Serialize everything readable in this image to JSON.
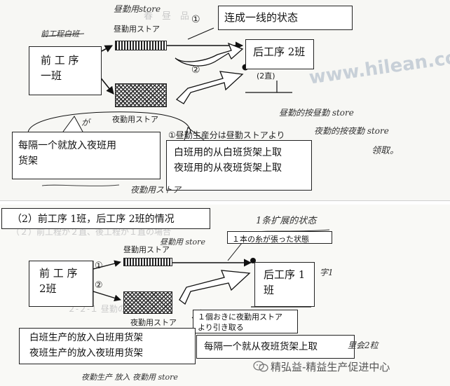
{
  "top": {
    "prev_process_label": "前 工 序\n一班",
    "next_process_label": "后工序 2班",
    "next_subtext": "(2直)",
    "callout_state": "连成一线的状态",
    "callout_every_other": "每隔一个就放入夜班用\n货架",
    "callout_pickup": "白班用的从白班货架上取\n夜班用的从夜班货架上取",
    "store_day_label": "昼勤用ストア",
    "store_night_label": "夜勤用ストア",
    "jp_note": "①昼勤生産分は昼勤ストアより",
    "circle_1": "①",
    "circle_2": "②",
    "hand_day_store": "昼勤用store",
    "hand_prev_day": "前工程白班",
    "hand_pickup_line1": "昼勤的按昼勤 store",
    "hand_pickup_line2": "夜勤的按夜勤 store",
    "hand_pickup_line3": "领取。",
    "hand_ka": "が",
    "hand_bottom": "夜勤用ストア"
  },
  "bottom": {
    "heading": "（2）前工序 1班，后工序 2班的情况",
    "prev_process_label": "前 工 序\n2班",
    "next_process_label": "后工序 1\n班",
    "store_day_label": "昼勤用ストア",
    "store_night_label": "夜勤用ストア",
    "jp_callout_string": "１本の糸が張った状態",
    "jp_callout_every_other": "１個おきに夜勤用ストア\nより引き取る",
    "callout_day_night": "白班生产的放入白班用货架\n夜班生产的放入夜班用货架",
    "callout_every_other": "每隔一个就从夜班货架上取",
    "circle_1": "①",
    "circle_2": "②",
    "hand_top_note": "1条扩展的状态",
    "hand_day_store": "昼勤用 store",
    "hand_bottom": "夜勤生产 放入 夜勤用 store",
    "hand_right": "里会2粒"
  },
  "watermark": {
    "url": "www.hilean.com",
    "credit": "精弘益-精益生产促进中心"
  }
}
